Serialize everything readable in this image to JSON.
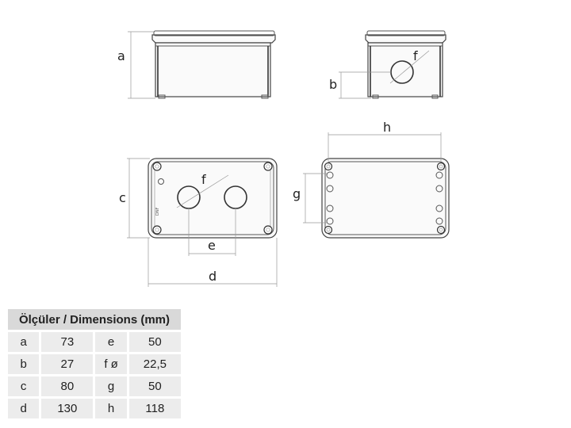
{
  "labels": {
    "a": "a",
    "b": "b",
    "c": "c",
    "d": "d",
    "e": "e",
    "f_side": "f",
    "f_top": "f",
    "g": "g",
    "h": "h"
  },
  "table": {
    "title": "Ölçüler / Dimensions (mm)",
    "rows": [
      {
        "k1": "a",
        "v1": "73",
        "k2": "e",
        "v2": "50"
      },
      {
        "k1": "b",
        "v1": "27",
        "k2": "f ø",
        "v2": "22,5"
      },
      {
        "k1": "c",
        "v1": "80",
        "k2": "g",
        "v2": "50"
      },
      {
        "k1": "d",
        "v1": "130",
        "k2": "h",
        "v2": "118"
      }
    ]
  },
  "lid_mark": "DNF"
}
